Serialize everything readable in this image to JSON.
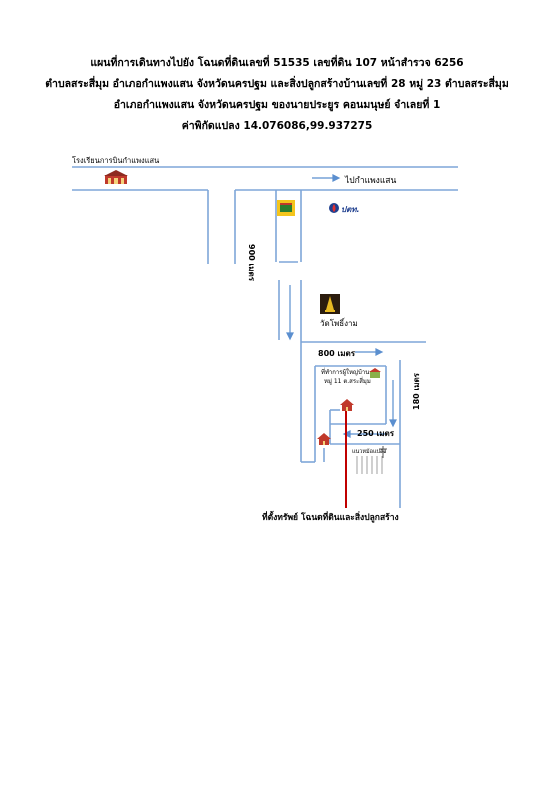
{
  "header": {
    "line1": "แผนที่การเดินทางไปยัง โฉนดที่ดินเลขที่ 51535 เลขที่ดิน 107 หน้าสำรวจ 6256",
    "line2": "ตำบลสระสี่มุม อำเภอกำแพงแสน จังหวัดนครปฐม และสิ่งปลูกสร้างบ้านเลขที่ 28 หมู่ 23 ตำบลสระสี่มุม",
    "line3": "อำเภอกำแพงแสน จังหวัดนครปฐม ของนายประยูร คอนมนุษย์ จำเลยที่ 1",
    "line4": "ค่าพิกัดแปลง 14.076086,99.937275"
  },
  "map": {
    "school_label": "โรงเรียนการบินกำแพงแสน",
    "to_kamphaengsaen": "ไปกำแพงแสน",
    "ptt_text": "ปตท.",
    "dist_900": "900 เมตร",
    "temple_label": "วัดโพธิ์งาม",
    "dist_800": "800 เมตร",
    "village_office_line1": "ที่ทำการผู้ใหญ่บ้าน",
    "village_office_line2": "หมู่ 11 ต.สระสี่มุม",
    "dist_180": "180 เมตร",
    "dist_250": "250 เมตร",
    "substation_label": "แนวหม้อแปลง",
    "property_label": "ที่ตั้งทรัพย์ โฉนดที่ดินและสิ่งปลูกสร้าง"
  },
  "colors": {
    "road": "#7ea6d8",
    "arrow": "#5b8fcf",
    "property_line": "#c00000",
    "house": "#c0392b"
  },
  "icons": [
    "school-icon",
    "shop-icon",
    "ptt-icon",
    "temple-icon",
    "village-office-icon",
    "house-icon",
    "power-pole-icon"
  ]
}
